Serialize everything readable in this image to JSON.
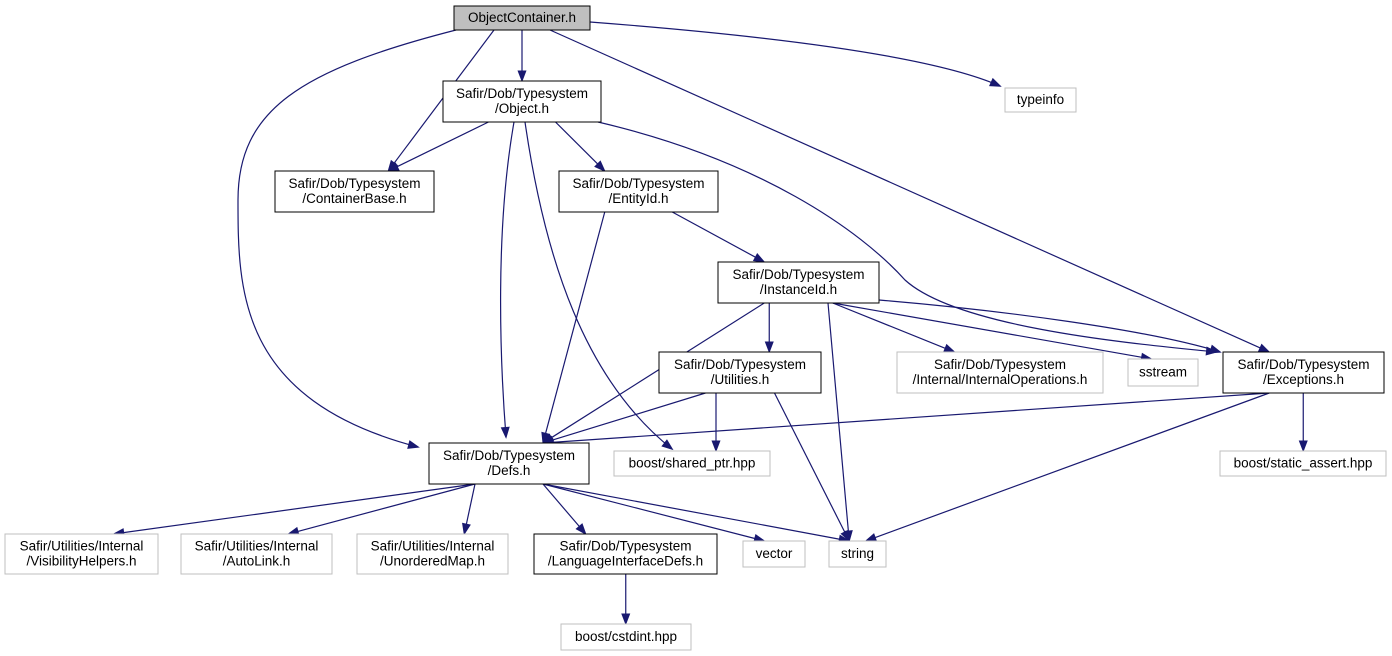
{
  "nodes": [
    {
      "id": "root",
      "lines": [
        "ObjectContainer.h"
      ],
      "kind": "root"
    },
    {
      "id": "typeinfo",
      "lines": [
        "typeinfo"
      ],
      "kind": "external"
    },
    {
      "id": "object",
      "lines": [
        "Safir/Dob/Typesystem",
        "/Object.h"
      ],
      "kind": "internal"
    },
    {
      "id": "containerbase",
      "lines": [
        "Safir/Dob/Typesystem",
        "/ContainerBase.h"
      ],
      "kind": "internal"
    },
    {
      "id": "entityid",
      "lines": [
        "Safir/Dob/Typesystem",
        "/EntityId.h"
      ],
      "kind": "internal"
    },
    {
      "id": "instanceid",
      "lines": [
        "Safir/Dob/Typesystem",
        "/InstanceId.h"
      ],
      "kind": "internal"
    },
    {
      "id": "utilities",
      "lines": [
        "Safir/Dob/Typesystem",
        "/Utilities.h"
      ],
      "kind": "internal"
    },
    {
      "id": "internalops",
      "lines": [
        "Safir/Dob/Typesystem",
        "/Internal/InternalOperations.h"
      ],
      "kind": "external"
    },
    {
      "id": "sstream",
      "lines": [
        "sstream"
      ],
      "kind": "external"
    },
    {
      "id": "exceptions",
      "lines": [
        "Safir/Dob/Typesystem",
        "/Exceptions.h"
      ],
      "kind": "internal"
    },
    {
      "id": "defs",
      "lines": [
        "Safir/Dob/Typesystem",
        "/Defs.h"
      ],
      "kind": "internal"
    },
    {
      "id": "sharedptr",
      "lines": [
        "boost/shared_ptr.hpp"
      ],
      "kind": "external"
    },
    {
      "id": "staticassert",
      "lines": [
        "boost/static_assert.hpp"
      ],
      "kind": "external"
    },
    {
      "id": "visibility",
      "lines": [
        "Safir/Utilities/Internal",
        "/VisibilityHelpers.h"
      ],
      "kind": "external"
    },
    {
      "id": "autolink",
      "lines": [
        "Safir/Utilities/Internal",
        "/AutoLink.h"
      ],
      "kind": "external"
    },
    {
      "id": "unorderedmap",
      "lines": [
        "Safir/Utilities/Internal",
        "/UnorderedMap.h"
      ],
      "kind": "external"
    },
    {
      "id": "langifdefs",
      "lines": [
        "Safir/Dob/Typesystem",
        "/LanguageInterfaceDefs.h"
      ],
      "kind": "internal"
    },
    {
      "id": "vector",
      "lines": [
        "vector"
      ],
      "kind": "external"
    },
    {
      "id": "string",
      "lines": [
        "string"
      ],
      "kind": "external"
    },
    {
      "id": "cstdint",
      "lines": [
        "boost/cstdint.hpp"
      ],
      "kind": "external"
    }
  ],
  "edges": [
    [
      "root",
      "object"
    ],
    [
      "root",
      "containerbase"
    ],
    [
      "root",
      "typeinfo"
    ],
    [
      "root",
      "exceptions"
    ],
    [
      "root",
      "defs"
    ],
    [
      "object",
      "containerbase"
    ],
    [
      "object",
      "entityid"
    ],
    [
      "object",
      "defs"
    ],
    [
      "object",
      "sharedptr"
    ],
    [
      "object",
      "exceptions"
    ],
    [
      "entityid",
      "instanceid"
    ],
    [
      "entityid",
      "defs"
    ],
    [
      "instanceid",
      "utilities"
    ],
    [
      "instanceid",
      "defs"
    ],
    [
      "instanceid",
      "internalops"
    ],
    [
      "instanceid",
      "sstream"
    ],
    [
      "instanceid",
      "exceptions"
    ],
    [
      "instanceid",
      "string"
    ],
    [
      "utilities",
      "defs"
    ],
    [
      "utilities",
      "sharedptr"
    ],
    [
      "utilities",
      "string"
    ],
    [
      "exceptions",
      "defs"
    ],
    [
      "exceptions",
      "staticassert"
    ],
    [
      "exceptions",
      "string"
    ],
    [
      "defs",
      "visibility"
    ],
    [
      "defs",
      "autolink"
    ],
    [
      "defs",
      "unorderedmap"
    ],
    [
      "defs",
      "langifdefs"
    ],
    [
      "defs",
      "vector"
    ],
    [
      "defs",
      "string"
    ],
    [
      "langifdefs",
      "cstdint"
    ]
  ]
}
